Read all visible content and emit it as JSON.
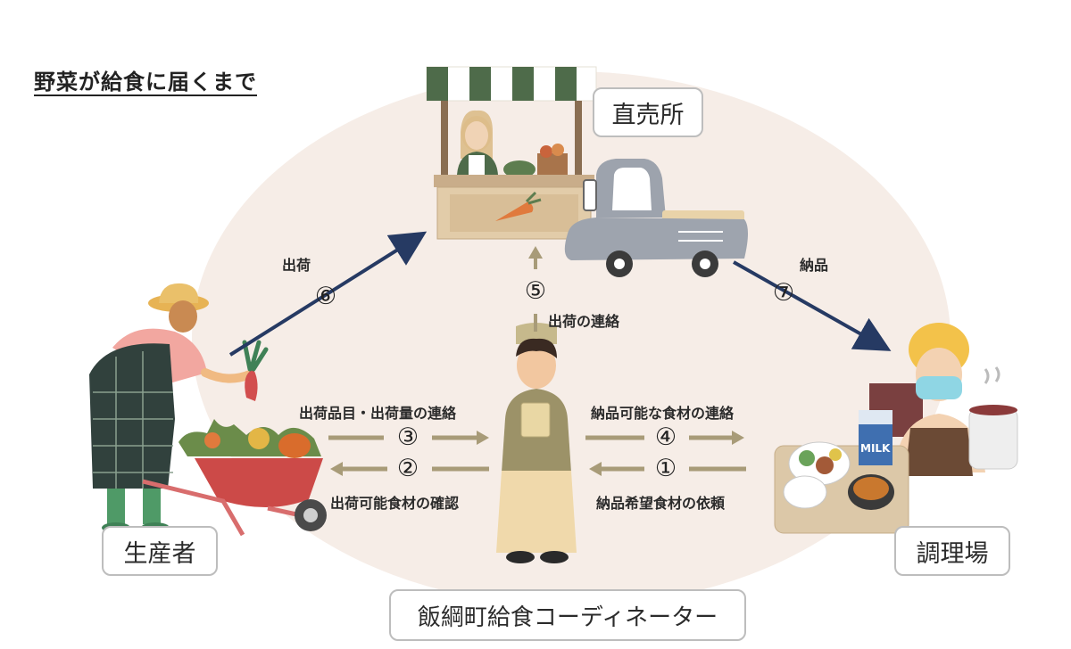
{
  "title": "野菜が給食に届くまで",
  "nodes": {
    "direct_store": "直売所",
    "producer": "生産者",
    "kitchen": "調理場",
    "coordinator": "飯綱町給食コーディネーター"
  },
  "flows": {
    "shipping": {
      "number": "⑥",
      "label": "出荷"
    },
    "delivery": {
      "number": "⑦",
      "label": "納品"
    },
    "shipping_notice": {
      "number": "⑤",
      "label": "出荷の連絡"
    },
    "shipping_items_notice": {
      "number": "③",
      "label": "出荷品目・出荷量の連絡"
    },
    "available_check": {
      "number": "②",
      "label": "出荷可能食材の確認"
    },
    "deliverable_notice": {
      "number": "④",
      "label": "納品可能な食材の連絡"
    },
    "request": {
      "number": "①",
      "label": "納品希望食材の依頼"
    }
  },
  "misc": {
    "milk_label": "MILK"
  },
  "colors": {
    "navy_arrow": "#263a63",
    "tan_arrow": "#a89b78",
    "background_blob": "#f6ede7"
  }
}
